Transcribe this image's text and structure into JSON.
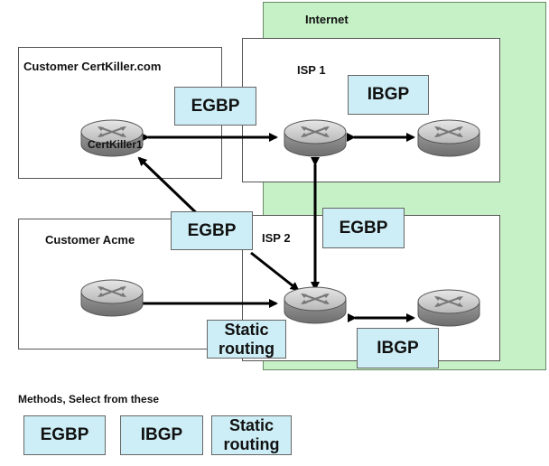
{
  "internet_label": "Internet",
  "customer_certkiller_label": "Customer CertKiller.com",
  "isp1_label": "ISP 1",
  "customer_acme_label": "Customer Acme",
  "isp2_label": "ISP 2",
  "router_certkiller_label": "CertKiller1",
  "protocol_boxes": {
    "egbp_top": "EGBP",
    "ibgp_isp1": "IBGP",
    "egbp_middle": "EGBP",
    "egbp_right": "EGBP",
    "static_routing_1": "Static",
    "static_routing_2": "routing",
    "ibgp_isp2": "IBGP"
  },
  "methods_label": "Methods, Select from these",
  "methods": {
    "egbp": "EGBP",
    "ibgp": "IBGP",
    "static_1": "Static",
    "static_2": "routing"
  },
  "colors": {
    "internet_bg": "#c6f1c6",
    "protocol_box_bg": "#cdeef6"
  }
}
